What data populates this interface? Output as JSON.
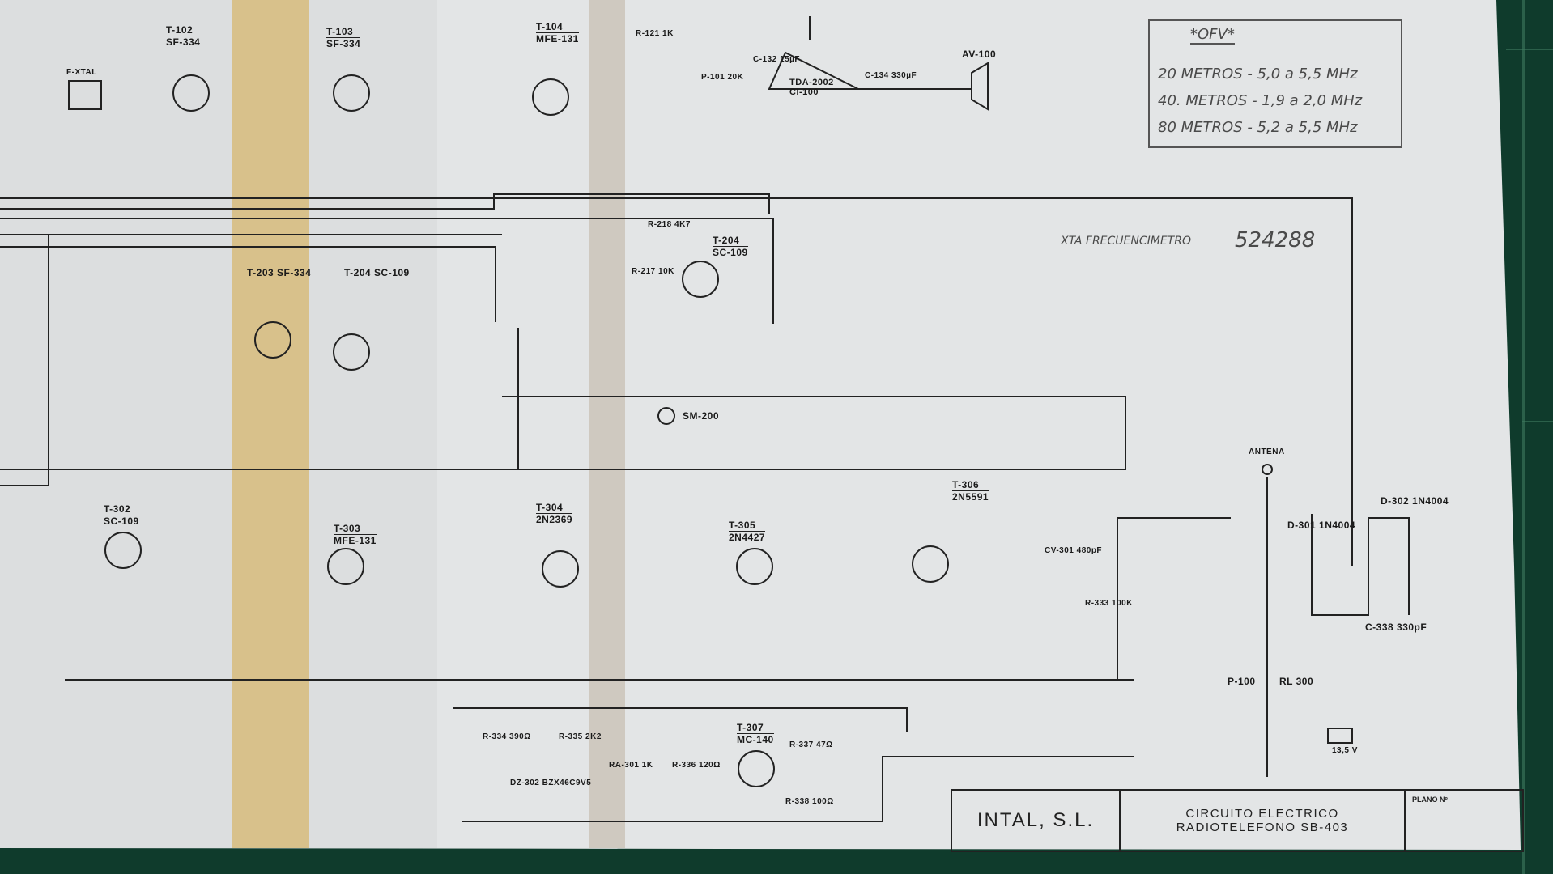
{
  "title_block": {
    "company": "INTAL, S.L.",
    "line1": "CIRCUITO ELECTRICO",
    "line2": "RADIOTELEFONO SB-403",
    "plano_label": "PLANO Nº"
  },
  "handwritten_note": {
    "title": "*OFV*",
    "rows": [
      "20 METROS - 5,0 a 5,5 MHz",
      "40. METROS - 1,9 a 2,0 MHz",
      "80 METROS - 5,2 a 5,5 MHz"
    ]
  },
  "xtal_note": {
    "label": "XTA FRECUENCIMETRO",
    "value": "524288"
  },
  "components": [
    {
      "ref": "T-102",
      "part": "SF-334"
    },
    {
      "ref": "T-103",
      "part": "SF-334"
    },
    {
      "ref": "T-104",
      "part": "MFE-131"
    },
    {
      "ref": "CI-100",
      "part": "TDA-2002"
    },
    {
      "ref": "AV-100",
      "part": ""
    },
    {
      "ref": "C-132",
      "part": "15µF"
    },
    {
      "ref": "C-134",
      "part": "330µF"
    },
    {
      "ref": "R-121",
      "part": "1K"
    },
    {
      "ref": "P-101",
      "part": "20K"
    },
    {
      "ref": "T-204",
      "part": "SC-109"
    },
    {
      "ref": "R-218",
      "part": "4K7"
    },
    {
      "ref": "R-217",
      "part": "10K"
    },
    {
      "ref": "T-203",
      "part": "SF-334"
    },
    {
      "ref": "T-204",
      "part": "SC-109"
    },
    {
      "ref": "SM-200",
      "part": ""
    },
    {
      "ref": "F-XTAL",
      "part": ""
    },
    {
      "ref": "T-302",
      "part": "SC-109"
    },
    {
      "ref": "T-303",
      "part": "MFE-131"
    },
    {
      "ref": "T-304",
      "part": "2N2369"
    },
    {
      "ref": "T-305",
      "part": "2N4427"
    },
    {
      "ref": "T-306",
      "part": "2N5591"
    },
    {
      "ref": "T-307",
      "part": "MC-140"
    },
    {
      "ref": "ANTENA",
      "part": ""
    },
    {
      "ref": "D-301",
      "part": "1N4004"
    },
    {
      "ref": "D-302",
      "part": "1N4004"
    },
    {
      "ref": "RL 300",
      "part": ""
    },
    {
      "ref": "P-100",
      "part": ""
    },
    {
      "ref": "C-338",
      "part": "330pF"
    },
    {
      "ref": "13,5 V",
      "part": ""
    },
    {
      "ref": "R-334",
      "part": "390Ω"
    },
    {
      "ref": "R-335",
      "part": "2K2"
    },
    {
      "ref": "RA-301",
      "part": "1K"
    },
    {
      "ref": "R-336",
      "part": "120Ω"
    },
    {
      "ref": "R-337",
      "part": "47Ω"
    },
    {
      "ref": "R-338",
      "part": "100Ω"
    },
    {
      "ref": "DZ-302",
      "part": "BZX46C9V5"
    },
    {
      "ref": "R-333",
      "part": "100K"
    },
    {
      "ref": "CV-301",
      "part": "480pF"
    }
  ]
}
